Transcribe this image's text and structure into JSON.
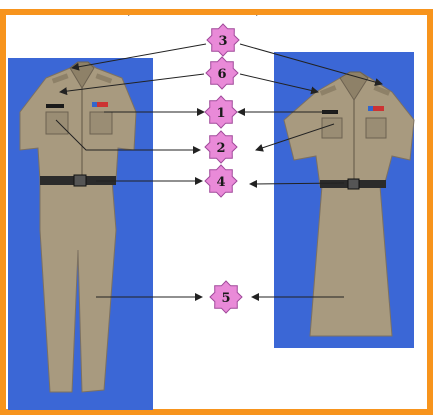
{
  "header_fragments": [
    "ุ",
    "ุ"
  ],
  "colors": {
    "frame": "#f7941d",
    "panel": "#3b67d6",
    "uniform": "#a89a7f",
    "uniform_dark": "#7d7160",
    "belt": "#2b2b2b",
    "marker_fill": "#e98ad8",
    "marker_stroke": "#a0489a",
    "arrow": "#222222"
  },
  "markers": [
    {
      "id": "3",
      "label": "3"
    },
    {
      "id": "6",
      "label": "6"
    },
    {
      "id": "1",
      "label": "1"
    },
    {
      "id": "2",
      "label": "2"
    },
    {
      "id": "4",
      "label": "4"
    },
    {
      "id": "5",
      "label": "5"
    }
  ]
}
